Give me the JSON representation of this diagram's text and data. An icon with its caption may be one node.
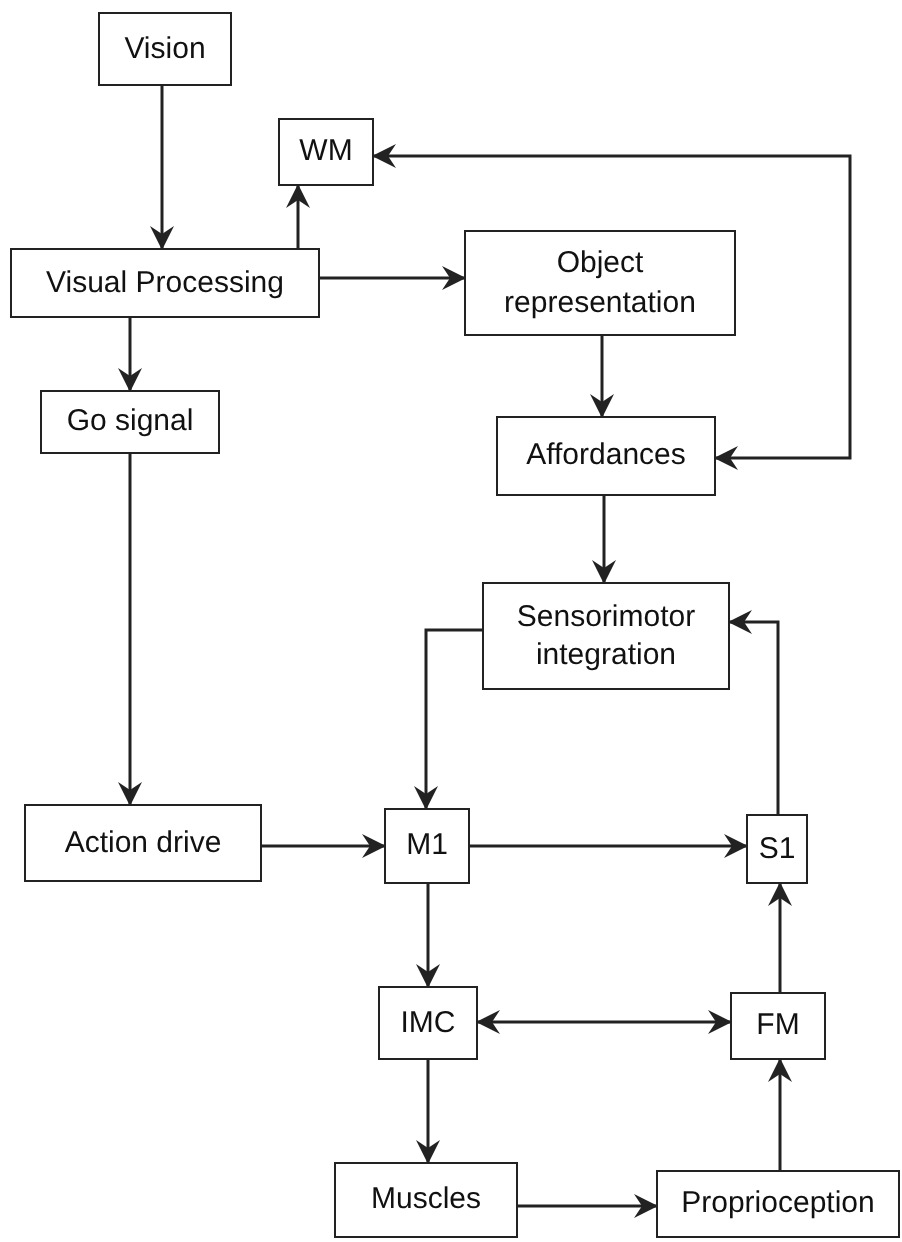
{
  "diagram": {
    "nodes": [
      {
        "text": [
          "Vision"
        ]
      },
      {
        "text": [
          "WM"
        ]
      },
      {
        "text": [
          "Visual Processing"
        ]
      },
      {
        "text": [
          "Object representation"
        ]
      },
      {
        "text": [
          "Go signal"
        ]
      },
      {
        "text": [
          "Affordances"
        ]
      },
      {
        "text": [
          "Sensorimotor integration"
        ]
      },
      {
        "text": [
          "Action drive"
        ]
      },
      {
        "text": [
          "M1"
        ]
      },
      {
        "text": [
          "S1"
        ]
      },
      {
        "text": [
          "IMC"
        ]
      },
      {
        "text": [
          "FM"
        ]
      },
      {
        "text": [
          "Muscles"
        ]
      },
      {
        "text": [
          "Proprioception"
        ]
      }
    ],
    "edges": [
      {
        "from": 0,
        "to": 2,
        "arrow": "to"
      },
      {
        "from": 2,
        "to": 1,
        "arrow": "to"
      },
      {
        "from": 2,
        "to": 3,
        "arrow": "to"
      },
      {
        "from": 2,
        "to": 4,
        "arrow": "to"
      },
      {
        "from": 3,
        "to": 5,
        "arrow": "to"
      },
      {
        "from": 1,
        "to": 5,
        "arrow": "both"
      },
      {
        "from": 5,
        "to": 6,
        "arrow": "to"
      },
      {
        "from": 4,
        "to": 7,
        "arrow": "to"
      },
      {
        "from": 6,
        "to": 8,
        "arrow": "to"
      },
      {
        "from": 9,
        "to": 6,
        "arrow": "to"
      },
      {
        "from": 7,
        "to": 8,
        "arrow": "to"
      },
      {
        "from": 8,
        "to": 9,
        "arrow": "to"
      },
      {
        "from": 8,
        "to": 10,
        "arrow": "to"
      },
      {
        "from": 10,
        "to": 11,
        "arrow": "both"
      },
      {
        "from": 11,
        "to": 9,
        "arrow": "to"
      },
      {
        "from": 10,
        "to": 12,
        "arrow": "to"
      },
      {
        "from": 12,
        "to": 13,
        "arrow": "to"
      },
      {
        "from": 13,
        "to": 11,
        "arrow": "to"
      }
    ]
  }
}
